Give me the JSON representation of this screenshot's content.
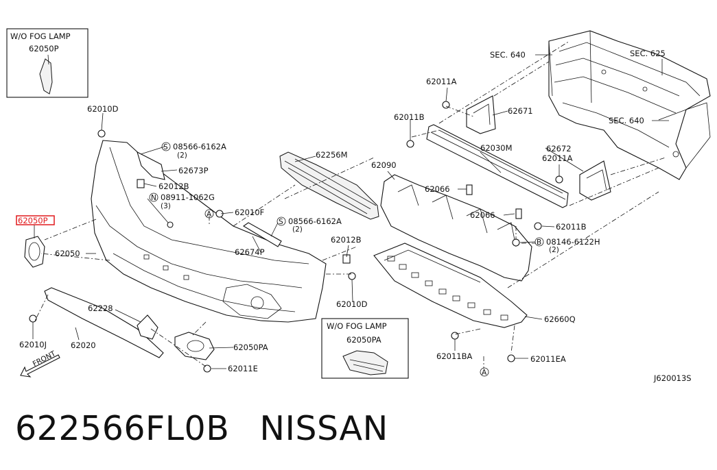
{
  "inset_left": {
    "title": "W/O FOG LAMP",
    "part": "62050P"
  },
  "inset_bottom": {
    "title": "W/O FOG LAMP",
    "part": "62050PA"
  },
  "highlighted_part": "62050P",
  "callouts": {
    "c62010D_top": "62010D",
    "c08566a": "08566-6162A",
    "c08566a_qty": "(2)",
    "c62673P": "62673P",
    "c62012B_left": "62012B",
    "c08911": "08911-1062G",
    "c08911_qty": "(3)",
    "c62010F": "62010F",
    "c62256M": "62256M",
    "c08566b": "08566-6162A",
    "c08566b_qty": "(2)",
    "c62674P": "62674P",
    "c62012B_right": "62012B",
    "c62010D_right": "62010D",
    "c62050": "62050",
    "c62228": "62228",
    "c62010J": "62010J",
    "c62020": "62020",
    "c62050PA": "62050PA",
    "c62011E": "62011E",
    "c62090": "62090",
    "c62030M": "62030M",
    "c62066_a": "62066",
    "c62066_b": "62066",
    "c62011B_top": "62011B",
    "c62011A_top": "62011A",
    "c62671": "62671",
    "c62672": "62672",
    "c62011A_right": "62011A",
    "c62011B_right": "62011B",
    "c08146": "08146-6122H",
    "c08146_qty": "(2)",
    "c62660Q": "62660Q",
    "c62011BA": "62011BA",
    "c62011EA": "62011EA",
    "sec640_top": "SEC. 640",
    "sec625": "SEC. 625",
    "sec640_right": "SEC. 640",
    "symbol_s": "S",
    "symbol_n": "N",
    "symbol_b": "B",
    "ref_a": "A",
    "front": "FRONT"
  },
  "diagram_code": "J620013S",
  "footer": {
    "part_number": "622566FL0B",
    "brand": "NISSAN"
  },
  "colors": {
    "line": "#111111",
    "highlight": "#e0191c",
    "background": "#ffffff"
  }
}
